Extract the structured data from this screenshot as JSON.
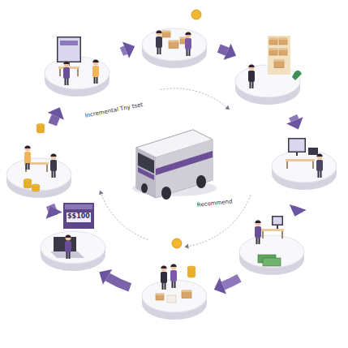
{
  "diagram": {
    "labels": [
      "Incremental Tny tset",
      "Recommend",
      "$$100"
    ]
  }
}
